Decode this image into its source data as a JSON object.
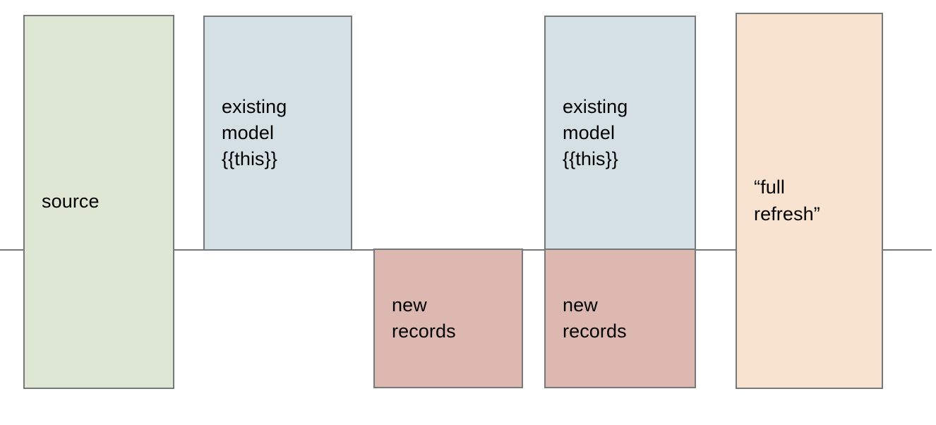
{
  "diagram": {
    "title": "dbt incremental model full refresh diagram",
    "divider": {
      "name": "horizontal-time-line",
      "color": "#76797a"
    },
    "blocks": [
      {
        "id": "source",
        "label": "source",
        "color": "#dde7d3",
        "border_color": "#75797a",
        "position": "straddles-line"
      },
      {
        "id": "existing-model-1",
        "label": "existing\nmodel\n{{this}}",
        "color": "#d4e0e4",
        "border_color": "#75797a",
        "position": "above-line"
      },
      {
        "id": "new-records-1",
        "label": "new\nrecords",
        "color": "#ddb8b1",
        "border_color": "#75797a",
        "position": "below-line"
      },
      {
        "id": "existing-model-2",
        "label": "existing\nmodel\n{{this}}",
        "color": "#d4e0e4",
        "border_color": "#75797a",
        "position": "above-line"
      },
      {
        "id": "new-records-2",
        "label": "new\nrecords",
        "color": "#ddb8b1",
        "border_color": "#75797a",
        "position": "below-line"
      },
      {
        "id": "full-refresh",
        "label": "“full\nrefresh”",
        "color": "#f7e3d0",
        "border_color": "#75797a",
        "position": "straddles-line"
      }
    ]
  }
}
